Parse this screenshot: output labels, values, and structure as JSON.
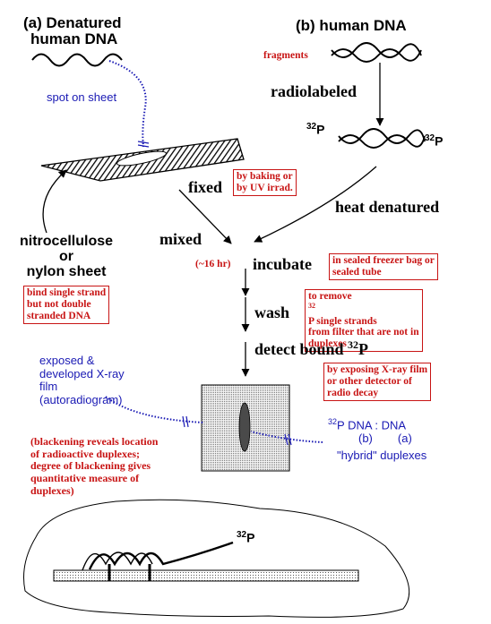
{
  "panel_a": {
    "line1": "(a) Denatured",
    "line2": "human DNA"
  },
  "panel_b": {
    "title": "(b) human DNA"
  },
  "fragments": "fragments",
  "spot_on_sheet": "spot on sheet",
  "radiolabeled": "radiolabeled",
  "p32_left": {
    "sup": "32",
    "main": "P"
  },
  "p32_right": {
    "sup": "32",
    "main": "P"
  },
  "fixed": "fixed",
  "fixed_note": [
    "by baking or",
    "by UV irrad."
  ],
  "heat_denatured": "heat denatured",
  "membrane": {
    "line1": "nitrocellulose",
    "line2": "or",
    "line3": "nylon sheet"
  },
  "mixed": "mixed",
  "incubate_time": "(~16 hr)",
  "incubate": "incubate",
  "incubate_note": [
    "in sealed freezer bag or",
    "sealed tube"
  ],
  "bind_note": [
    "bind single strand",
    "but not double",
    "stranded DNA"
  ],
  "wash": "wash",
  "wash_note": {
    "line1_pre": "to remove ",
    "line1_sup": "32",
    "line1_post": "P single strands",
    "line2": "from filter that are not in",
    "line3": "duplexes"
  },
  "detect": {
    "text": "detect bound ",
    "sup": "32",
    "main": "P"
  },
  "xray_film": [
    "exposed &",
    "developed X-ray",
    "film",
    "(autoradiogram)"
  ],
  "detect_note": [
    "by exposing X-ray film",
    "or other detector of",
    "radio decay"
  ],
  "hybrid": {
    "sup": "32",
    "row1": "P DNA : DNA",
    "row2_b": "(b)",
    "row2_a": "(a)",
    "row3": "\"hybrid\" duplexes"
  },
  "blackening_note": [
    "(blackening reveals location",
    "of radioactive duplexes;",
    "degree of blackening gives",
    "quantitative measure of",
    "duplexes)"
  ],
  "bottom_p32": {
    "sup": "32",
    "main": "P"
  },
  "colors": {
    "blue": "#1a1ab4",
    "red": "#c81414",
    "black": "#000000"
  }
}
